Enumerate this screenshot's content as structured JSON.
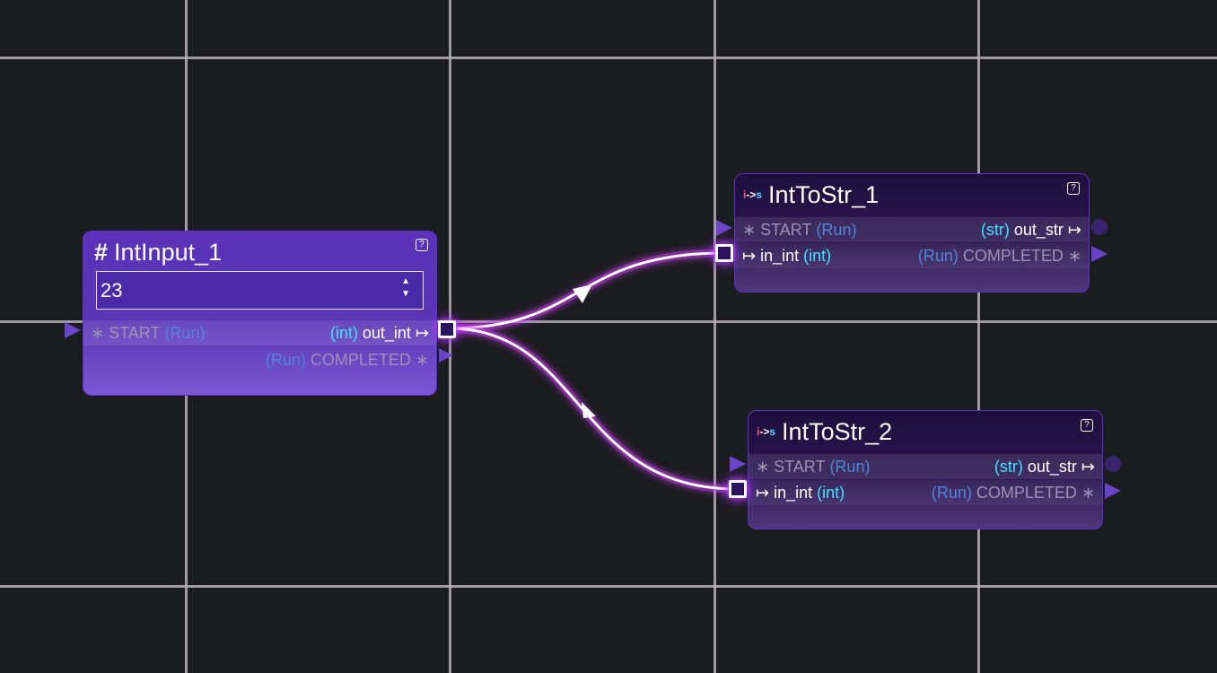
{
  "colors": {
    "background": "#1b1c20",
    "grid": "#b7aeba",
    "wire": "#ffffff",
    "wire_glow": "#d53cff",
    "node_border": "#5a2fd0",
    "type_cyan": "#3ee3ff",
    "type_run": "#4f86d9"
  },
  "nodes": {
    "int_input": {
      "icon": "hash-icon",
      "title": "IntInput_1",
      "help": "?",
      "value": "23",
      "start_label": "START",
      "start_type": "(Run)",
      "out_type": "(int)",
      "out_label": "out_int",
      "completed_type": "(Run)",
      "completed_label": "COMPLETED",
      "exec_marker": "∗",
      "data_marker": "↦"
    },
    "int_to_str_1": {
      "icon": "int-to-str-icon",
      "icon_i": "i",
      "icon_arrow": "->",
      "icon_s": "s",
      "title": "IntToStr_1",
      "help": "?",
      "start_label": "START",
      "start_type": "(Run)",
      "out_type": "(str)",
      "out_label": "out_str",
      "in_label": "in_int",
      "in_type": "(int)",
      "completed_type": "(Run)",
      "completed_label": "COMPLETED",
      "exec_marker": "∗",
      "data_marker": "↦"
    },
    "int_to_str_2": {
      "icon": "int-to-str-icon",
      "icon_i": "i",
      "icon_arrow": "->",
      "icon_s": "s",
      "title": "IntToStr_2",
      "help": "?",
      "start_label": "START",
      "start_type": "(Run)",
      "out_type": "(str)",
      "out_label": "out_str",
      "in_label": "in_int",
      "in_type": "(int)",
      "completed_type": "(Run)",
      "completed_label": "COMPLETED",
      "exec_marker": "∗",
      "data_marker": "↦"
    }
  }
}
